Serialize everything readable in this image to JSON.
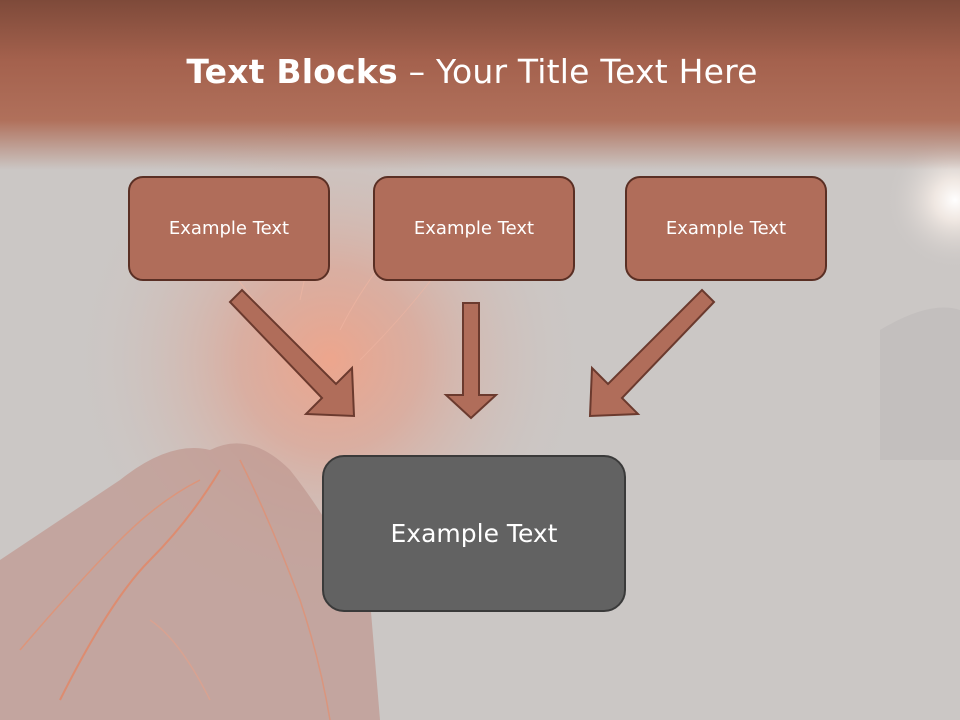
{
  "slide": {
    "title_bold": "Text Blocks",
    "title_dash": " – ",
    "title_rest": "Your Title Text Here"
  },
  "blocks": [
    {
      "label": "Example Text"
    },
    {
      "label": "Example Text"
    },
    {
      "label": "Example Text"
    }
  ],
  "target": {
    "label": "Example Text"
  },
  "colors": {
    "header": "#a4614d",
    "block_fill": "#b06d5a",
    "block_border": "#5a2f24",
    "target_fill": "#626262",
    "arrow_fill": "#b06d5a",
    "arrow_stroke": "#6b3a2e"
  }
}
